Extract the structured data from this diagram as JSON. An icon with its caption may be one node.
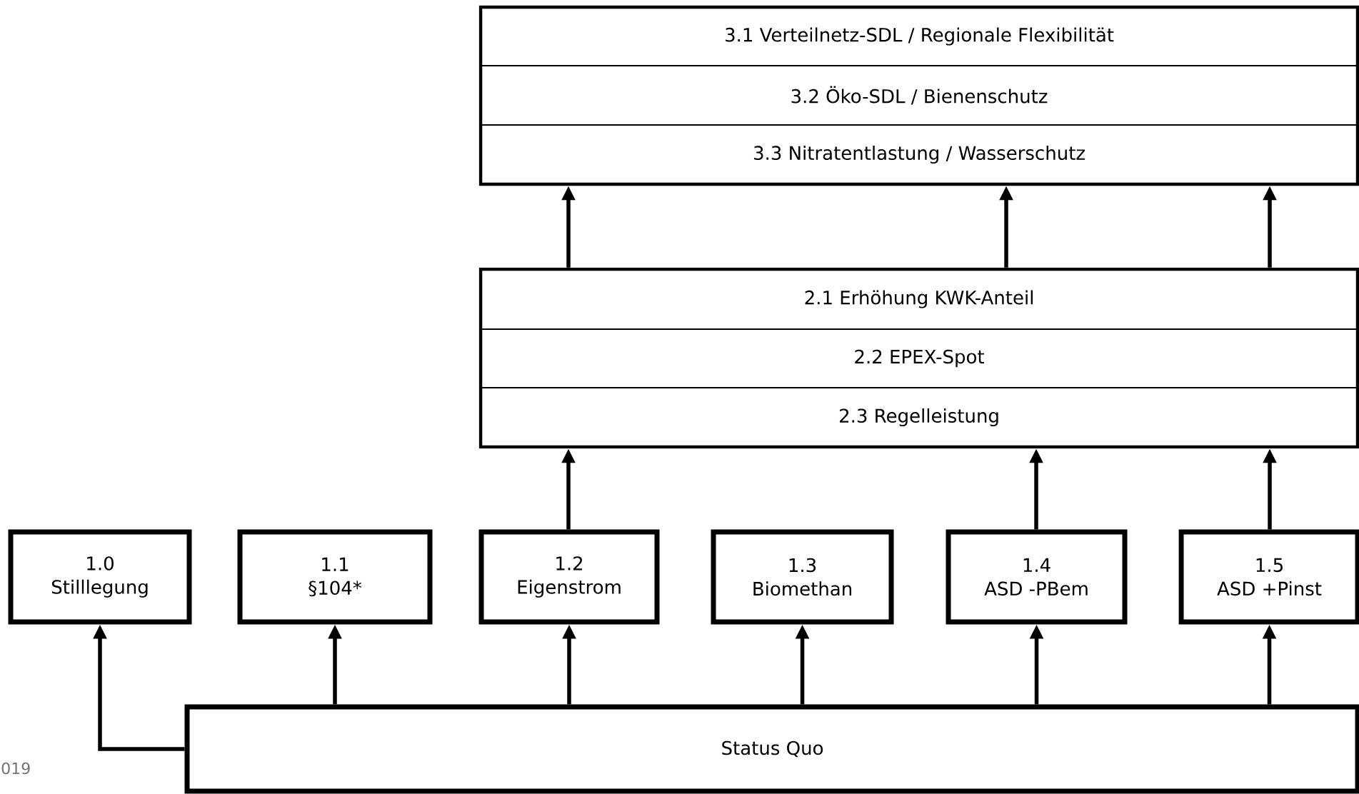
{
  "diagram": {
    "nodes": [
      {
        "text": [],
        "shape": "box"
      },
      {
        "text": [
          "3.1  Verteilnetz-SDL / Regionale Flexibilität"
        ],
        "in": 0
      },
      {
        "text": [
          "3.2 Öko-SDL / Bienenschutz"
        ],
        "in": 0
      },
      {
        "text": [
          "3.3 Nitratentlastung / Wasserschutz"
        ],
        "in": 0
      },
      {
        "text": [],
        "shape": "box"
      },
      {
        "text": [
          "2.1 Erhöhung KWK-Anteil"
        ],
        "in": 4
      },
      {
        "text": [
          "2.2 EPEX-Spot"
        ],
        "in": 4
      },
      {
        "text": [
          "2.3 Regelleistung"
        ],
        "in": 4
      },
      {
        "text": [
          "1.0",
          "Stilllegung"
        ]
      },
      {
        "text": [
          "1.1",
          "§104*"
        ]
      },
      {
        "text": [
          "1.2",
          "Eigenstrom"
        ]
      },
      {
        "text": [
          "1.3",
          "Biomethan"
        ]
      },
      {
        "text": [
          "1.4",
          "ASD -PBem"
        ]
      },
      {
        "text": [
          "1.5",
          "ASD +Pinst"
        ]
      },
      {
        "text": [
          "Status Quo"
        ]
      }
    ],
    "edges": [
      {
        "from": 4,
        "to": 0,
        "arrow": "to"
      },
      {
        "from": 4,
        "to": 0,
        "arrow": "to"
      },
      {
        "from": 4,
        "to": 0,
        "arrow": "to"
      },
      {
        "from": 10,
        "to": 4,
        "arrow": "to"
      },
      {
        "from": 12,
        "to": 4,
        "arrow": "to"
      },
      {
        "from": 13,
        "to": 4,
        "arrow": "to"
      },
      {
        "from": 14,
        "to": 8,
        "arrow": "to"
      },
      {
        "from": 14,
        "to": 9,
        "arrow": "to"
      },
      {
        "from": 14,
        "to": 10,
        "arrow": "to"
      },
      {
        "from": 14,
        "to": 11,
        "arrow": "to"
      },
      {
        "from": 14,
        "to": 12,
        "arrow": "to"
      },
      {
        "from": 14,
        "to": 13,
        "arrow": "to"
      }
    ],
    "labels": [
      "019"
    ]
  }
}
